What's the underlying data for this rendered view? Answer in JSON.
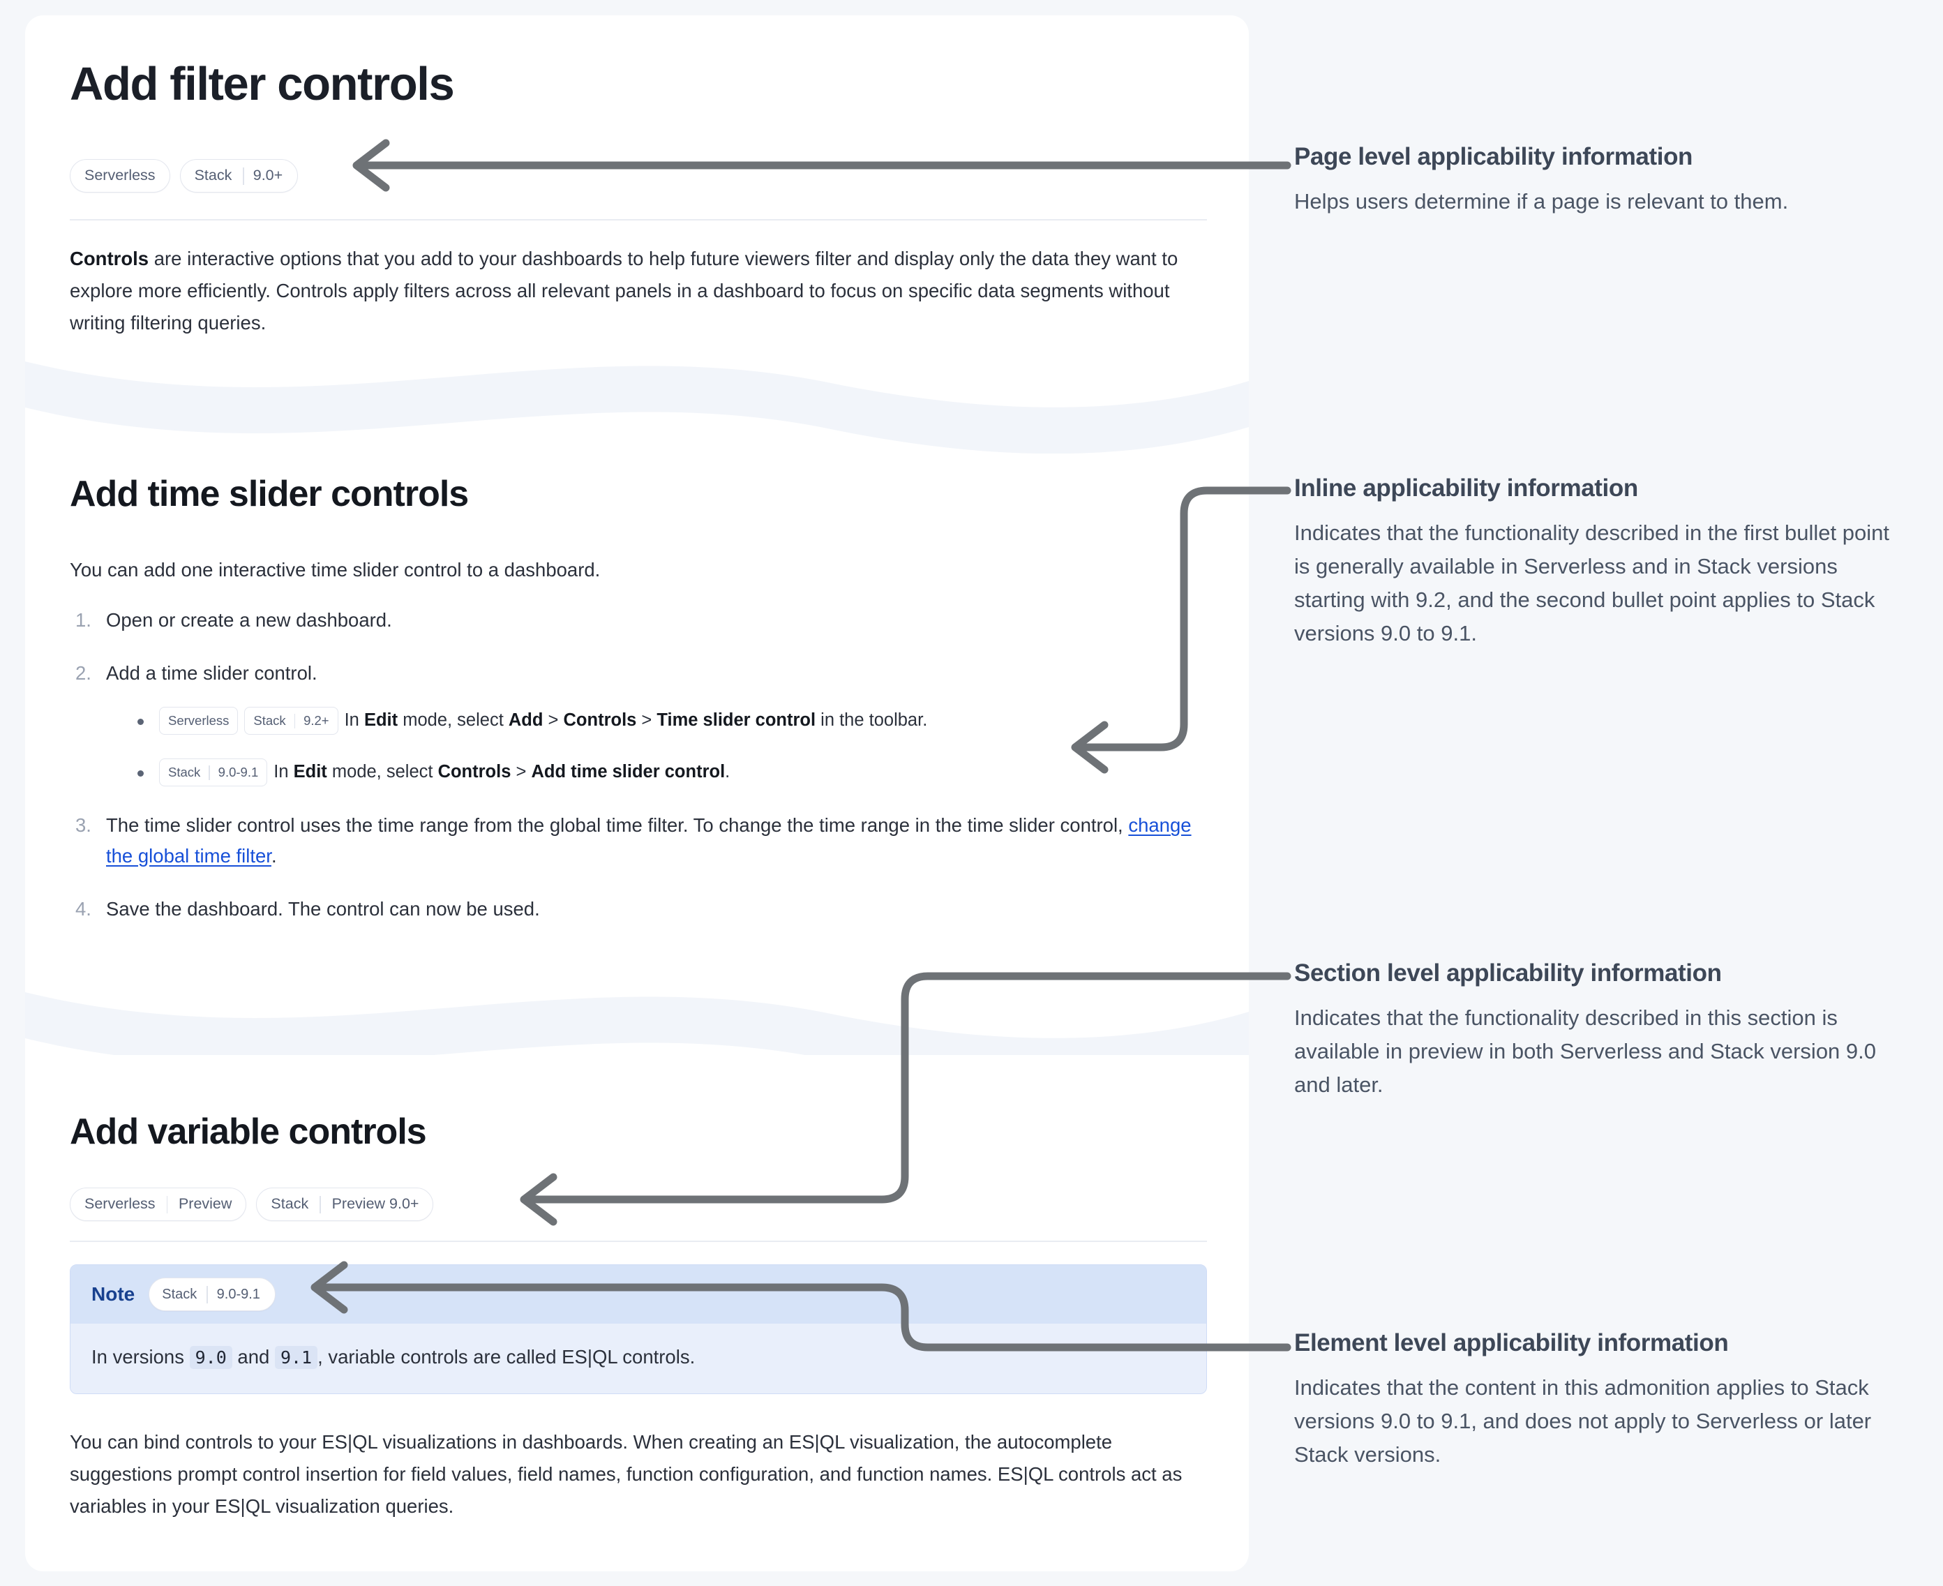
{
  "colors": {
    "page_background": "#f5f7fa",
    "panel": "#ffffff",
    "arrow": "#6e7276",
    "link": "#1750d8",
    "badge_text": "#545e73",
    "badge_border": "#e3e6ee",
    "note_header": "#d6e3f8",
    "note_body": "#e9effb",
    "note_label": "#18418f",
    "annotation_heading": "#3d4757",
    "annotation_body": "#4a5464"
  },
  "doc": {
    "page_title": "Add filter controls",
    "page_badges": [
      {
        "name": "serverless-badge",
        "segments": [
          "Serverless"
        ]
      },
      {
        "name": "stack-badge",
        "segments": [
          "Stack",
          "9.0+"
        ]
      }
    ],
    "intro": {
      "lead": "Controls",
      "rest": " are interactive options that you add to your dashboards to help future viewers filter and display only the data they want to explore more efficiently. Controls apply filters across all relevant panels in a dashboard to focus on specific data segments without writing filtering queries."
    },
    "section_time_slider": {
      "title": "Add time slider controls",
      "intro": "You can add one interactive time slider control to a dashboard.",
      "steps": [
        {
          "text": "Open or create a new dashboard."
        },
        {
          "text": "Add a time slider control.",
          "sub_items": [
            {
              "tags": [
                {
                  "name": "serverless-tag",
                  "segments": [
                    "Serverless"
                  ]
                },
                {
                  "name": "stack-tag",
                  "segments": [
                    "Stack",
                    "9.2+"
                  ]
                }
              ],
              "parts": [
                {
                  "t": "In ",
                  "b": false
                },
                {
                  "t": "Edit",
                  "b": true
                },
                {
                  "t": " mode, select ",
                  "b": false
                },
                {
                  "t": "Add",
                  "b": true
                },
                {
                  "t": " > ",
                  "b": false
                },
                {
                  "t": "Controls",
                  "b": true
                },
                {
                  "t": " > ",
                  "b": false
                },
                {
                  "t": "Time slider control",
                  "b": true
                },
                {
                  "t": " in the toolbar.",
                  "b": false
                }
              ]
            },
            {
              "tags": [
                {
                  "name": "stack-tag",
                  "segments": [
                    "Stack",
                    "9.0-9.1"
                  ]
                }
              ],
              "parts": [
                {
                  "t": "In ",
                  "b": false
                },
                {
                  "t": "Edit",
                  "b": true
                },
                {
                  "t": " mode, select ",
                  "b": false
                },
                {
                  "t": "Controls",
                  "b": true
                },
                {
                  "t": " > ",
                  "b": false
                },
                {
                  "t": "Add time slider control",
                  "b": true
                },
                {
                  "t": ".",
                  "b": false
                }
              ]
            }
          ]
        },
        {
          "text_before_link": "The time slider control uses the time range from the global time filter. To change the time range in the time slider control, ",
          "link_text": "change the global time filter",
          "text_after_link": "."
        },
        {
          "text": "Save the dashboard. The control can now be used."
        }
      ]
    },
    "section_variable": {
      "title": "Add variable controls",
      "badges": [
        {
          "name": "serverless-preview-badge",
          "segments": [
            "Serverless",
            "Preview"
          ]
        },
        {
          "name": "stack-preview-badge",
          "segments": [
            "Stack",
            "Preview 9.0+"
          ]
        }
      ],
      "note": {
        "label": "Note",
        "badge": {
          "name": "stack-badge",
          "segments": [
            "Stack",
            "9.0-9.1"
          ]
        },
        "body_parts": [
          {
            "t": "In versions ",
            "code": false
          },
          {
            "t": "9.0",
            "code": true
          },
          {
            "t": " and ",
            "code": false
          },
          {
            "t": "9.1",
            "code": true
          },
          {
            "t": ", variable controls are called ES|QL controls.",
            "code": false
          }
        ]
      },
      "paragraph": "You can bind controls to your ES|QL visualizations in dashboards. When creating an ES|QL visualization, the autocomplete suggestions prompt control insertion for field values, field names, function configuration, and function names. ES|QL controls act as variables in your ES|QL visualization queries."
    }
  },
  "annotations": [
    {
      "name": "page-level",
      "heading": "Page level applicability information",
      "body": "Helps users determine if a page is relevant to them."
    },
    {
      "name": "inline-level",
      "heading": "Inline applicability information",
      "body": "Indicates that the functionality described in the first bullet point is generally available in Serverless and in Stack versions starting with 9.2, and the second bullet point applies to Stack versions 9.0 to 9.1."
    },
    {
      "name": "section-level",
      "heading": "Section level applicability information",
      "body": "Indicates that the functionality described in this section is available in preview in both Serverless and Stack version 9.0 and later."
    },
    {
      "name": "element-level",
      "heading": "Element level applicability information",
      "body": "Indicates that the content in this admonition applies to Stack versions 9.0 to 9.1, and does not apply to Serverless or later Stack versions."
    }
  ]
}
